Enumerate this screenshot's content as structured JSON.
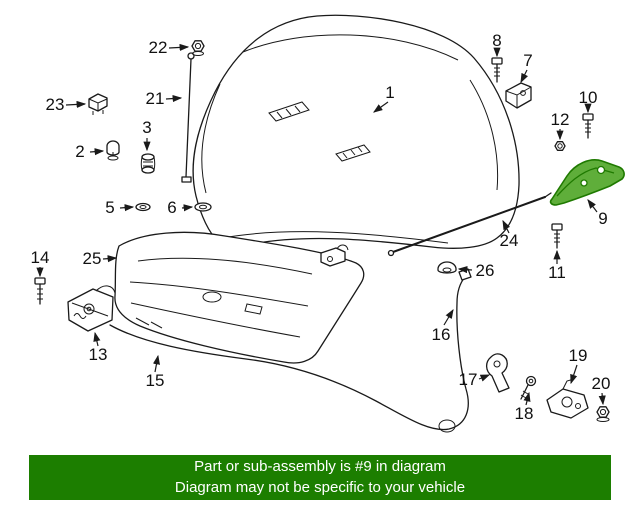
{
  "diagram": {
    "highlighted_callout": "9",
    "highlight_color": "#1f7a00",
    "line_color": "#1a1a1a",
    "callouts": [
      {
        "label": "1"
      },
      {
        "label": "2"
      },
      {
        "label": "3"
      },
      {
        "label": "5"
      },
      {
        "label": "6"
      },
      {
        "label": "7"
      },
      {
        "label": "8"
      },
      {
        "label": "9"
      },
      {
        "label": "10"
      },
      {
        "label": "11"
      },
      {
        "label": "12"
      },
      {
        "label": "13"
      },
      {
        "label": "14"
      },
      {
        "label": "15"
      },
      {
        "label": "16"
      },
      {
        "label": "17"
      },
      {
        "label": "18"
      },
      {
        "label": "19"
      },
      {
        "label": "20"
      },
      {
        "label": "21"
      },
      {
        "label": "22"
      },
      {
        "label": "23"
      },
      {
        "label": "24"
      },
      {
        "label": "25"
      },
      {
        "label": "26"
      }
    ]
  },
  "banner": {
    "line1": "Part or sub-assembly is #9 in diagram",
    "line2": "Diagram may not be specific to your vehicle",
    "bg_color": "#1c7e00",
    "text_color": "#ffffff"
  }
}
